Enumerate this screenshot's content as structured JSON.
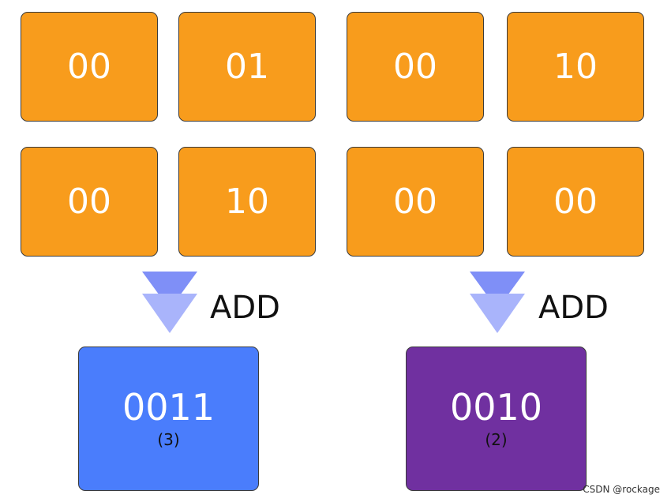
{
  "left_group": {
    "cells": [
      "00",
      "01",
      "00",
      "10"
    ],
    "operation": "ADD",
    "result": {
      "value": "0011",
      "decimal": "(3)",
      "color": "#4a7dfc"
    }
  },
  "right_group": {
    "cells": [
      "00",
      "10",
      "00",
      "00"
    ],
    "operation": "ADD",
    "result": {
      "value": "0010",
      "decimal": "(2)",
      "color": "#7030a0"
    }
  },
  "colors": {
    "cell": "#f89c1c",
    "arrow_back": "#7f8ff7",
    "arrow_front": "#a9b4fb"
  },
  "watermark": "CSDN @rockage"
}
